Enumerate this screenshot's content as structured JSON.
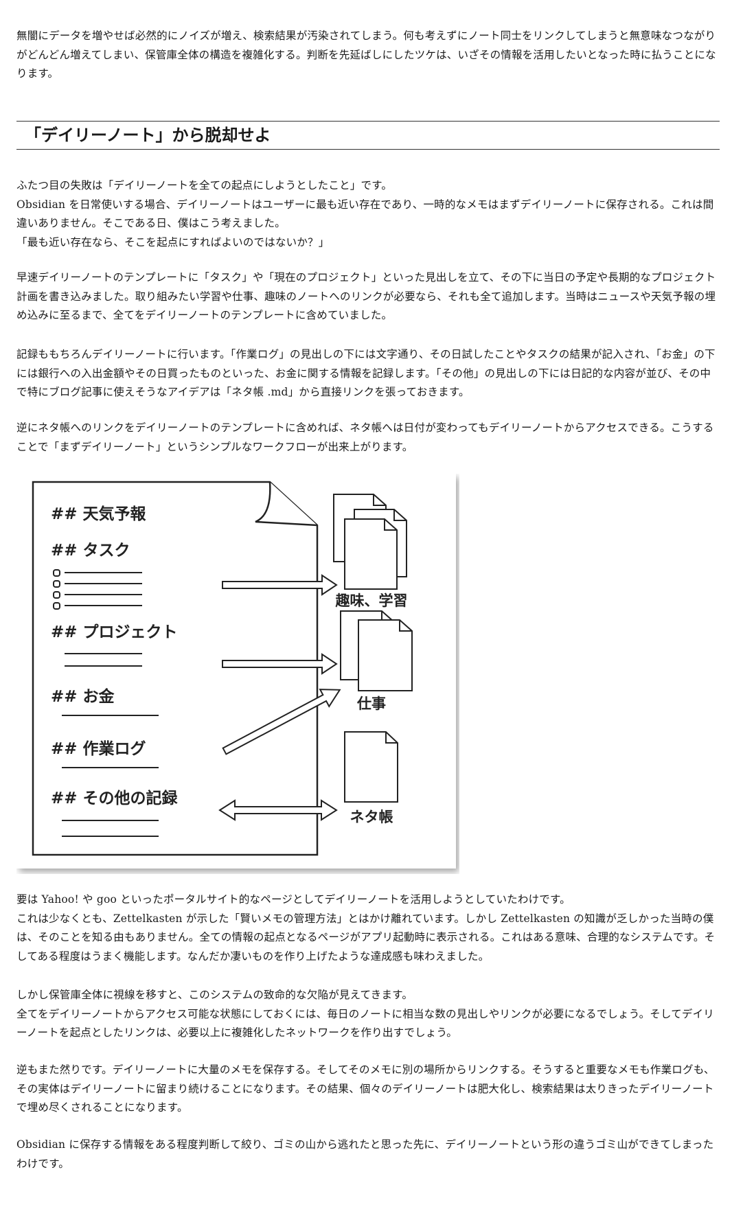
{
  "article": {
    "intro": "無闇にデータを増やせば必然的にノイズが増え、検索結果が汚染されてしまう。何も考えずにノート同士をリンクしてしまうと無意味なつながりがどんどん増えてしまい、保管庫全体の構造を複雑化する。判断を先延ばしにしたツケは、いざその情報を活用したいとなった時に払うことになります。",
    "heading": "「デイリーノート」から脱却せよ",
    "para1": [
      "ふたつ目の失敗は「デイリーノートを全ての起点にしようとしたこと」です。",
      "Obsidian を日常使いする場合、デイリーノートはユーザーに最も近い存在であり、一時的なメモはまずデイリーノートに保存される。これは間違いありません。そこである日、僕はこう考えました。",
      "「最も近い存在なら、そこを起点にすればよいのではないか？」"
    ],
    "para2": "早速デイリーノートのテンプレートに「タスク」や「現在のプロジェクト」といった見出しを立て、その下に当日の予定や長期的なプロジェクト計画を書き込みました。取り組みたい学習や仕事、趣味のノートへのリンクが必要なら、それも全て追加します。当時はニュースや天気予報の埋め込みに至るまで、全てをデイリーノートのテンプレートに含めていました。",
    "para3": "記録ももちろんデイリーノートに行います。「作業ログ」の見出しの下には文字通り、その日試したことやタスクの結果が記入され、「お金」の下には銀行への入出金額やその日買ったものといった、お金に関する情報を記録します。「その他」の見出しの下には日記的な内容が並び、その中で特にブログ記事に使えそうなアイデアは「ネタ帳 .md」から直接リンクを張っておきます。",
    "para4": "逆にネタ帳へのリンクをデイリーノートのテンプレートに含めれば、ネタ帳へは日付が変わってもデイリーノートからアクセスできる。こうすることで「まずデイリーノート」というシンプルなワークフローが出来上がります。",
    "figure": {
      "headings": [
        "## 天気予報",
        "## タスク",
        "## プロジェクト",
        "## お金",
        "## 作業ログ",
        "## その他の記録"
      ],
      "labels": [
        "趣味、学習",
        "仕事",
        "ネタ帳"
      ]
    },
    "para5": [
      "要は Yahoo! や goo といったポータルサイト的なページとしてデイリーノートを活用しようとしていたわけです。",
      "これは少なくとも、Zettelkasten が示した「賢いメモの管理方法」とはかけ離れています。しかし Zettelkasten の知識が乏しかった当時の僕は、そのことを知る由もありません。全ての情報の起点となるページがアプリ起動時に表示される。これはある意味、合理的なシステムです。そしてある程度はうまく機能します。なんだか凄いものを作り上げたような達成感も味わえました。"
    ],
    "para6": [
      "しかし保管庫全体に視線を移すと、このシステムの致命的な欠陥が見えてきます。",
      "全てをデイリーノートからアクセス可能な状態にしておくには、毎日のノートに相当な数の見出しやリンクが必要になるでしょう。そしてデイリーノートを起点としたリンクは、必要以上に複雑化したネットワークを作り出すでしょう。"
    ],
    "para7": "逆もまた然りです。デイリーノートに大量のメモを保存する。そしてそのメモに別の場所からリンクする。そうすると重要なメモも作業ログも、その実体はデイリーノートに留まり続けることになります。その結果、個々のデイリーノートは肥大化し、検索結果は太りきったデイリーノートで埋め尽くされることになります。",
    "para8": "Obsidian に保存する情報をある程度判断して絞り、ゴミの山から逃れたと思った先に、デイリーノートという形の違うゴミ山ができてしまったわけです。"
  }
}
